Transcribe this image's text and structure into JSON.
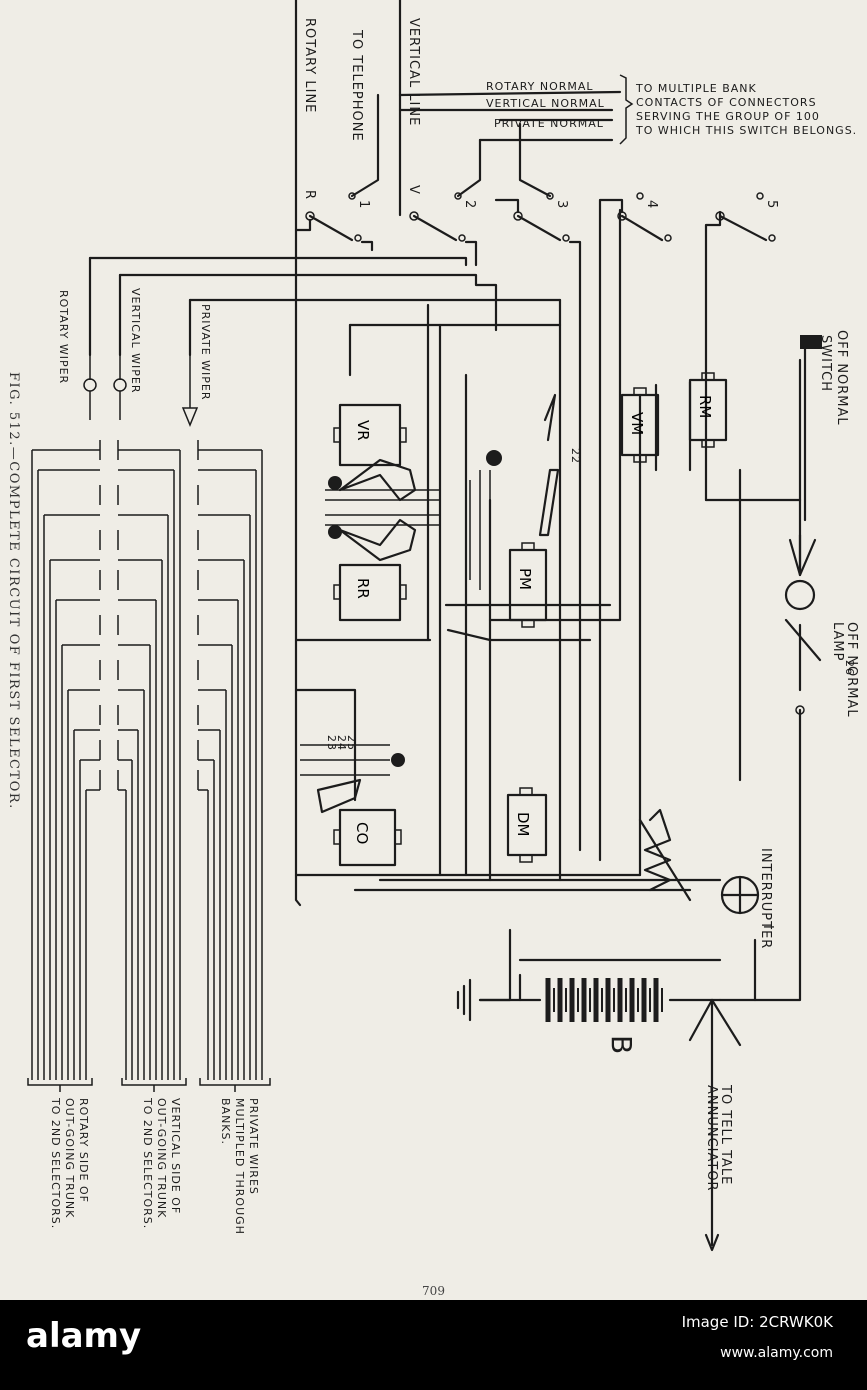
{
  "figure": {
    "caption": "FIG. 512.—COMPLETE CIRCUIT OF FIRST SELECTOR.",
    "page_number": "709"
  },
  "lines": {
    "rotary_line": "ROTARY LINE",
    "rotary_letter": "R",
    "to_telephone": "TO TELEPHONE",
    "vertical_line": "VERTICAL LINE",
    "vertical_letter": "V"
  },
  "normals": {
    "rotary_normal": "ROTARY NORMAL",
    "vertical_normal": "VERTICAL NORMAL",
    "private_normal": "PRIVATE NORMAL",
    "note_lines": [
      "TO MULTIPLE BANK",
      "CONTACTS OF CONNECTORS",
      "SERVING THE GROUP OF 100",
      "TO WHICH THIS SWITCH BELONGS."
    ]
  },
  "springs": [
    "1",
    "2",
    "3",
    "4",
    "5"
  ],
  "wipers": {
    "private": "PRIVATE WIPER",
    "vertical": "VERTICAL WIPER",
    "rotary": "ROTARY WIPER"
  },
  "magnets": {
    "vr": "VR",
    "rr": "RR",
    "vm": "VM",
    "rm": "RM",
    "pm": "PM",
    "co": "CO",
    "dm": "DM"
  },
  "off_normal": {
    "switch": [
      "OFF NORMAL",
      "SWITCH"
    ],
    "lamp": [
      "OFF NORMAL",
      "LAMP"
    ],
    "lamp_spring": "26"
  },
  "contacts": {
    "c22": "22",
    "c23": "23",
    "c24": "24",
    "c25": "25"
  },
  "interrupter": {
    "label": "INTERRUPTER",
    "letter": "I"
  },
  "battery": {
    "letter": "B"
  },
  "tell_tale": [
    "TO TELL TALE",
    "ANNUNCIATOR"
  ],
  "trunks": {
    "private_wires": [
      "PRIVATE WIRES",
      "MULTIPLED THROUGH",
      "BANKS."
    ],
    "vertical_side": [
      "VERTICAL SIDE OF",
      "OUT-GOING TRUNK",
      "TO 2ND SELECTORS."
    ],
    "rotary_side": [
      "ROTARY SIDE OF",
      "OUT-GOING TRUNK",
      "TO 2ND SELECTORS."
    ]
  },
  "banner": {
    "logo": "alamy",
    "image_id": "Image ID: 2CRWK0K",
    "url": "www.alamy.com"
  }
}
